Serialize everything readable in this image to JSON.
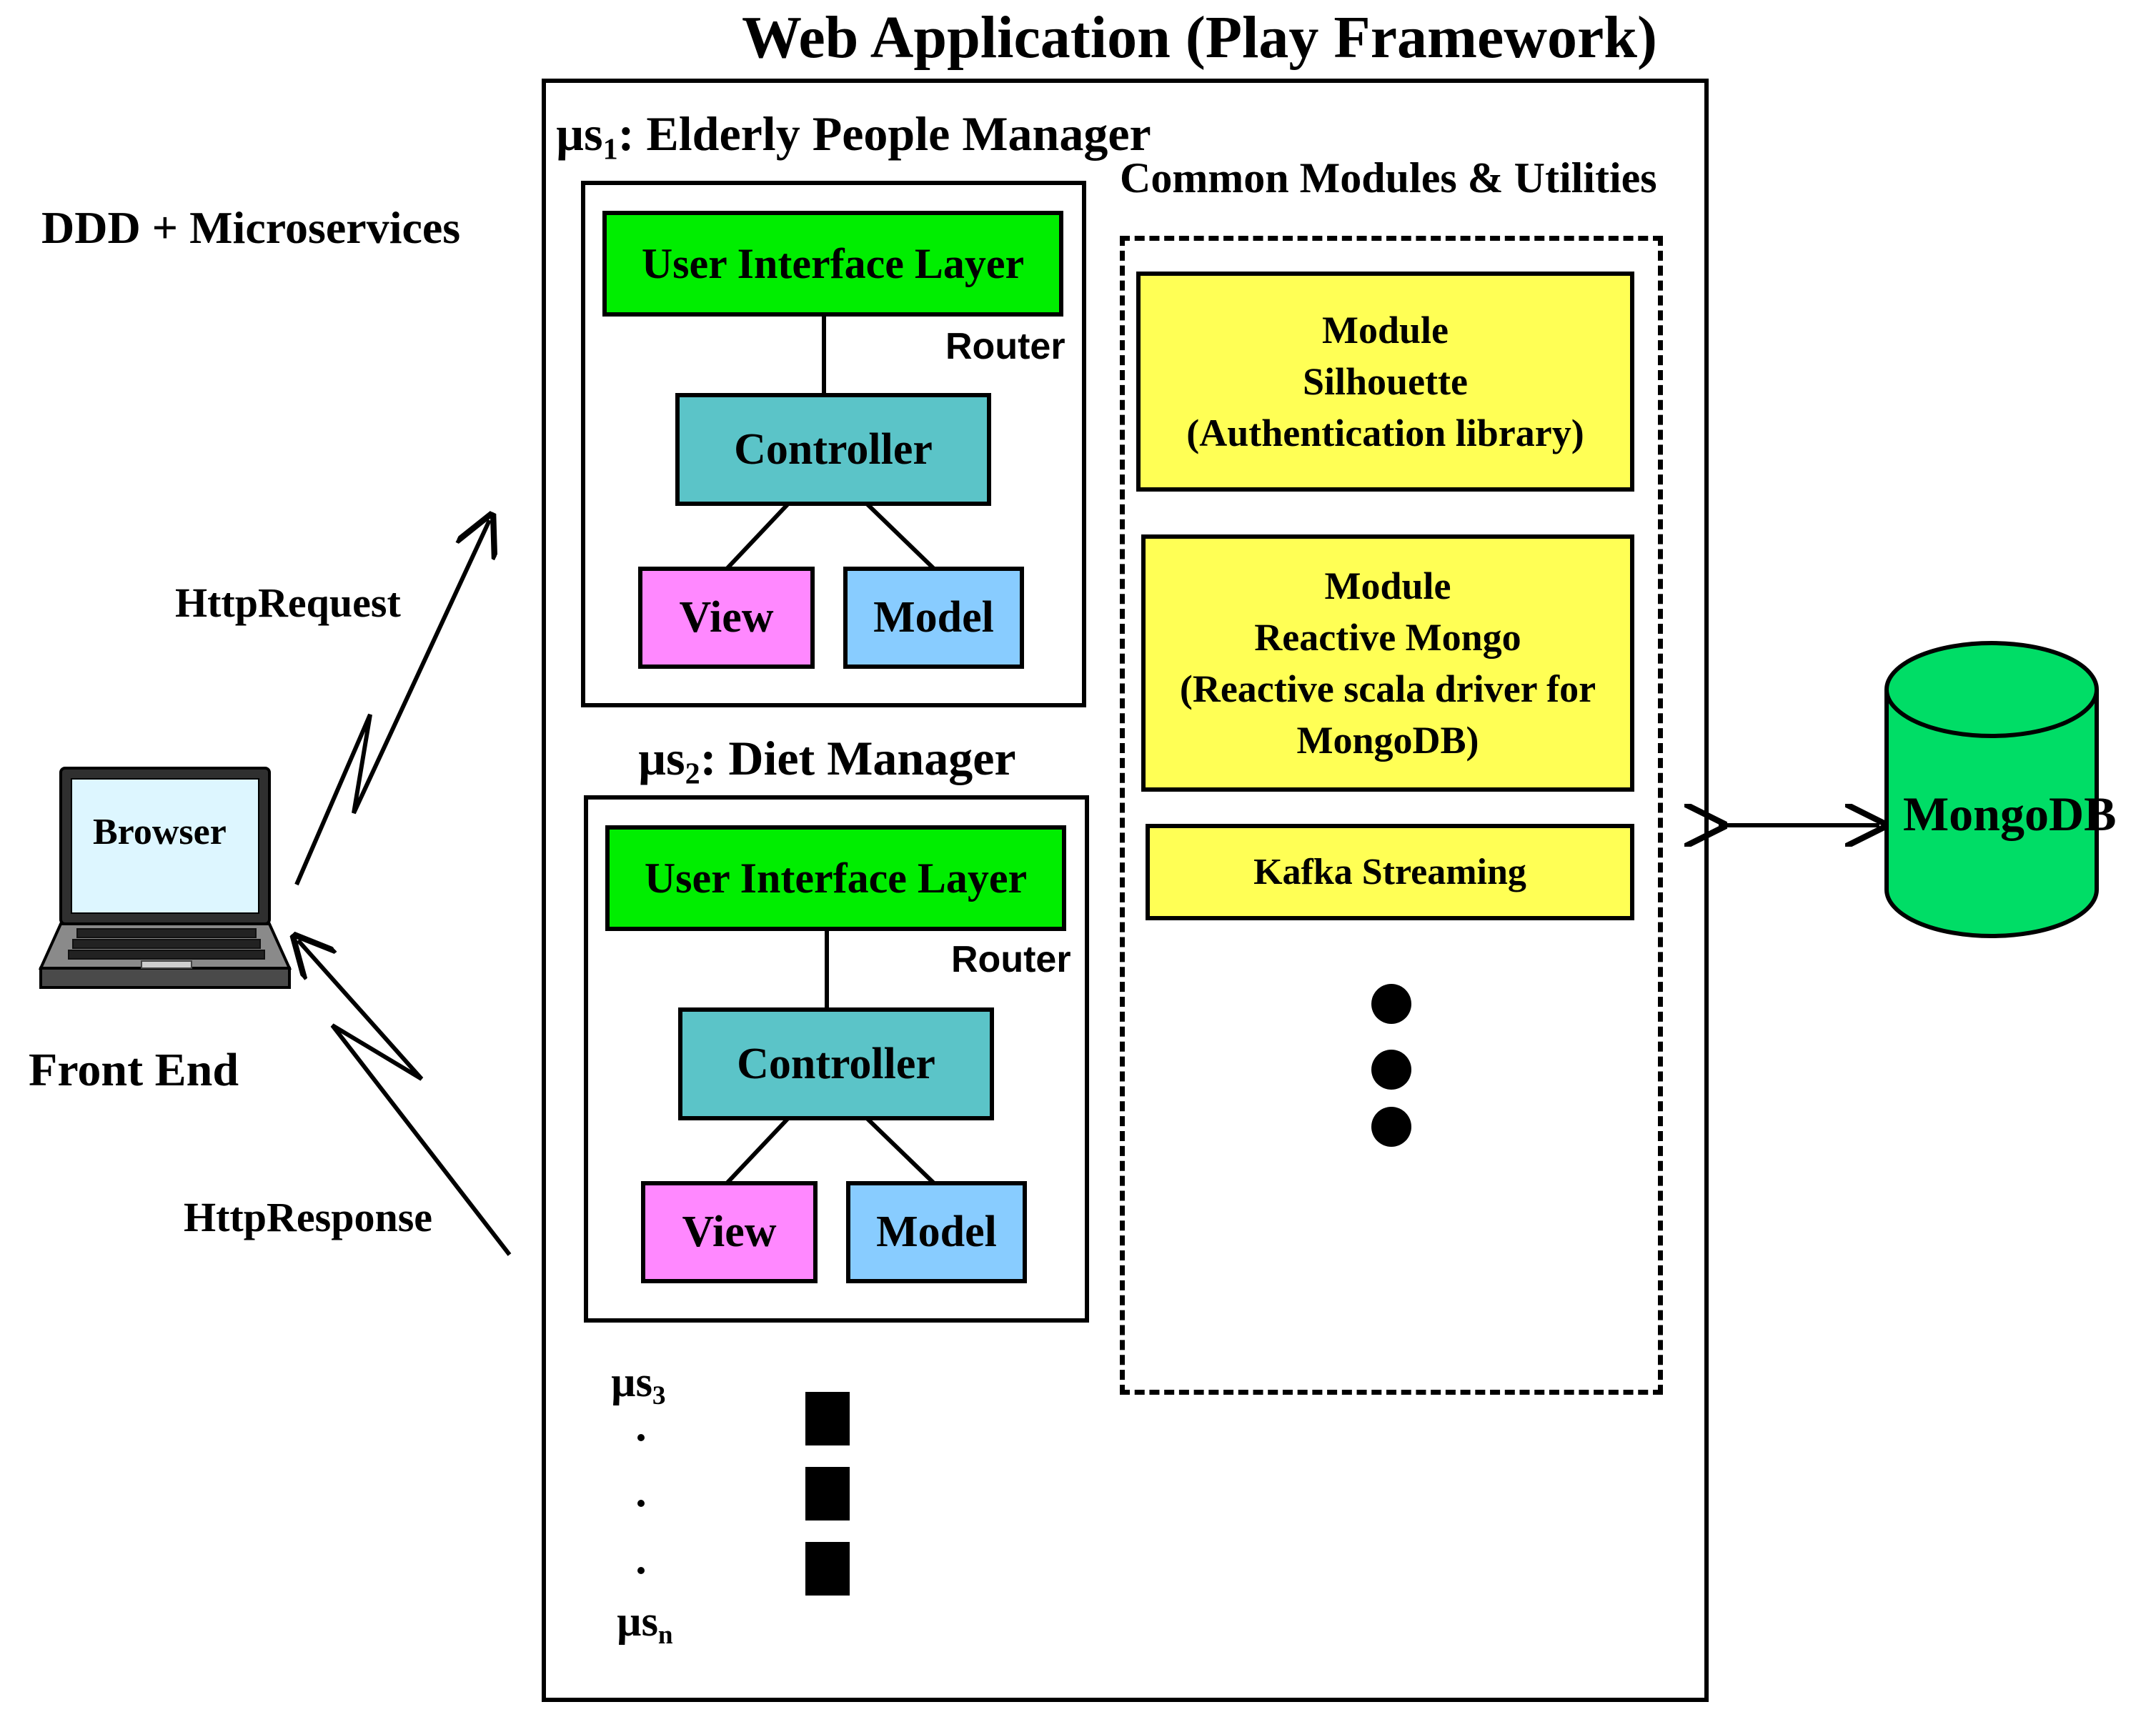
{
  "title": "Web Application (Play Framework)",
  "left": {
    "ddd_label": "DDD + Microservices",
    "http_request": "HttpRequest",
    "http_response": "HttpResponse",
    "browser": "Browser",
    "front_end": "Front End"
  },
  "ms1": {
    "prefix": "µs",
    "index": "1",
    "name": ": Elderly People Manager",
    "ui_layer": "User Interface Layer",
    "router": "Router",
    "controller": "Controller",
    "view": "View",
    "model": "Model"
  },
  "ms2": {
    "prefix": "µs",
    "index": "2",
    "name": ": Diet Manager",
    "ui_layer": "User Interface Layer",
    "router": "Router",
    "controller": "Controller",
    "view": "View",
    "model": "Model"
  },
  "ms_more": {
    "first_prefix": "µs",
    "first_index": "3",
    "last_prefix": "µs",
    "last_index": "n"
  },
  "common": {
    "title": "Common Modules & Utilities",
    "silhouette": [
      "Module",
      "Silhouette",
      "(Authentication library)"
    ],
    "reactive_mongo": [
      "Module",
      "Reactive Mongo",
      "(Reactive scala driver for",
      "MongoDB)"
    ],
    "kafka": "Kafka Streaming"
  },
  "database": "MongoDB",
  "colors": {
    "ui_layer": "#00ee00",
    "controller": "#5bc4c8",
    "view": "#ff88ff",
    "model": "#88ccff",
    "module": "#ffff55",
    "mongodb": "#00dd66",
    "browser_screen": "#ddf6ff"
  }
}
